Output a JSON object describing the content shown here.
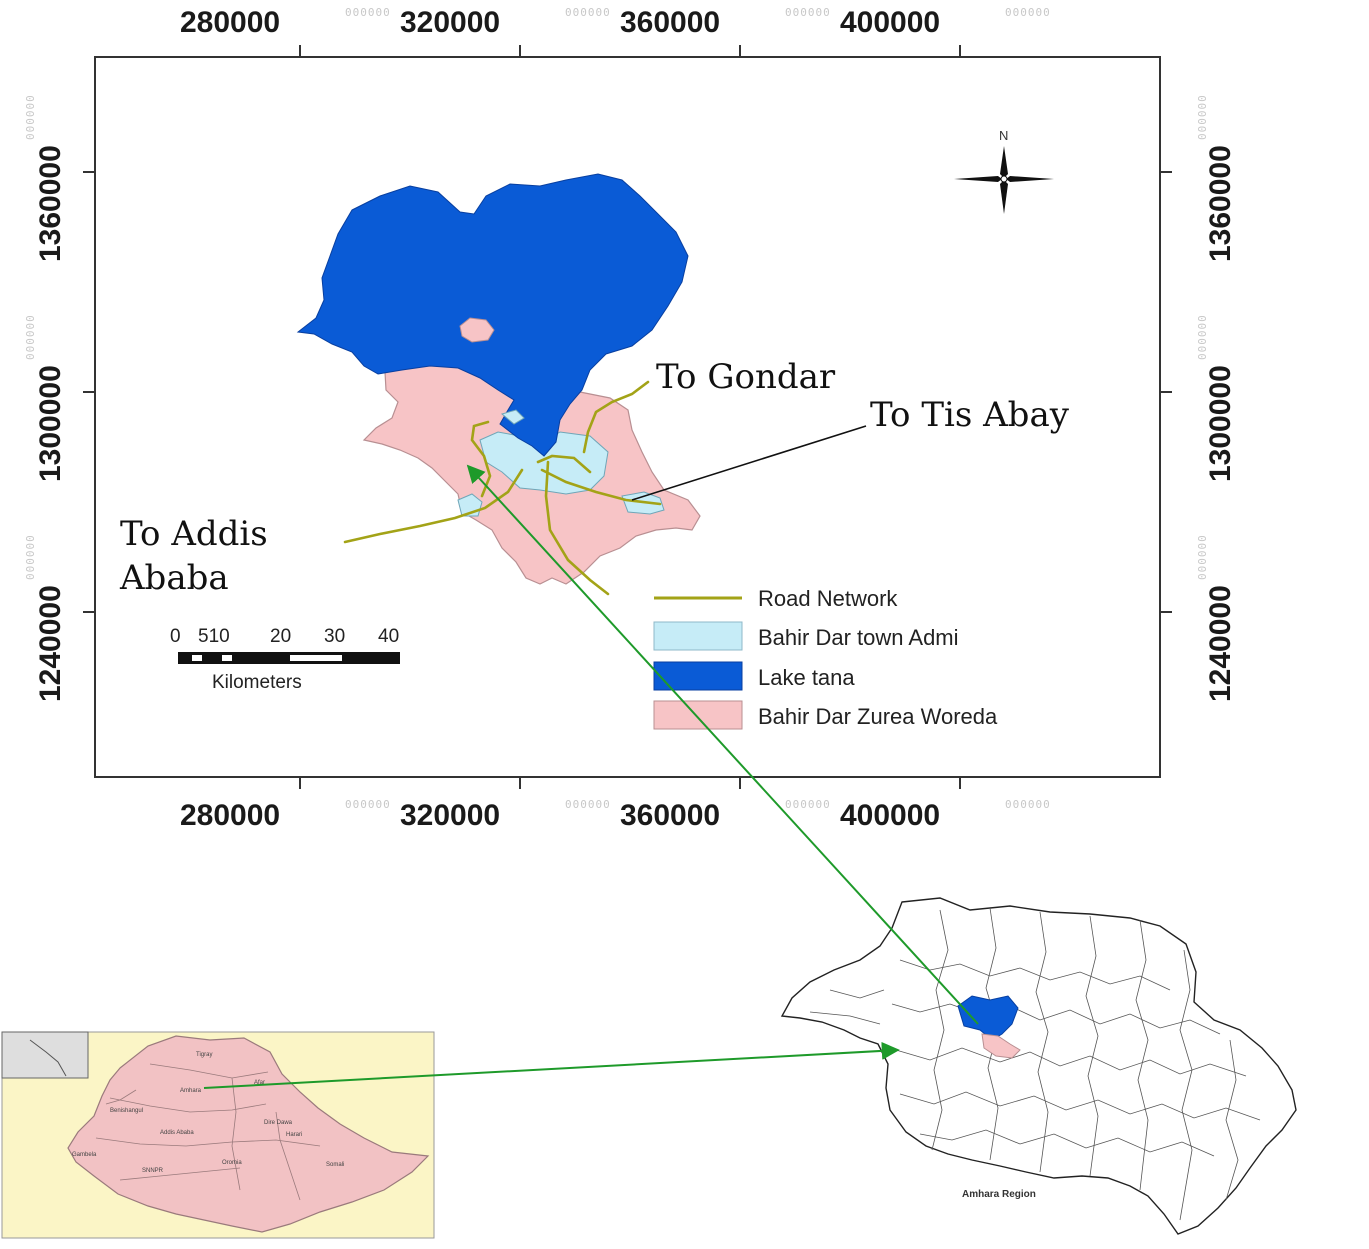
{
  "map": {
    "x_ticks": [
      "280000",
      "320000",
      "360000",
      "400000"
    ],
    "y_ticks": [
      "1360000",
      "1300000",
      "1240000"
    ],
    "ghost_tick": "000000",
    "north_label": "N",
    "labels": {
      "gondar": "To Gondar",
      "tis_abay": "To Tis Abay",
      "addis_line1": "To Addis",
      "addis_line2": "Ababa"
    },
    "scale_bar": {
      "ticks": [
        "0",
        "510",
        "20",
        "30",
        "40"
      ],
      "unit": "Kilometers"
    },
    "legend": [
      {
        "label": "Road Network",
        "color": "#a3a317",
        "kind": "line"
      },
      {
        "label": "Bahir Dar town Admi",
        "color": "#c6ecf7",
        "kind": "box"
      },
      {
        "label": "Lake tana",
        "color": "#0a5bd6",
        "kind": "box"
      },
      {
        "label": "Bahir Dar Zurea Woreda",
        "color": "#f7c4c6",
        "kind": "box"
      }
    ]
  },
  "inset_amhara": {
    "caption": "Amhara Region"
  },
  "inset_ethiopia": {
    "region_labels": [
      "Tigray",
      "Amhara",
      "Afar",
      "Benishangul",
      "Addis Ababa",
      "Dire Dawa",
      "Harari",
      "Gambela",
      "Oromia",
      "Somali",
      "SNNPR"
    ]
  },
  "colors": {
    "lake": "#0a5bd6",
    "woreda": "#f7c4c6",
    "town": "#c6ecf7",
    "road": "#a3a317",
    "arrow": "#1e9a2a",
    "inset_bg": "#fbf5c6",
    "inset_land": "#f2c2c4"
  }
}
